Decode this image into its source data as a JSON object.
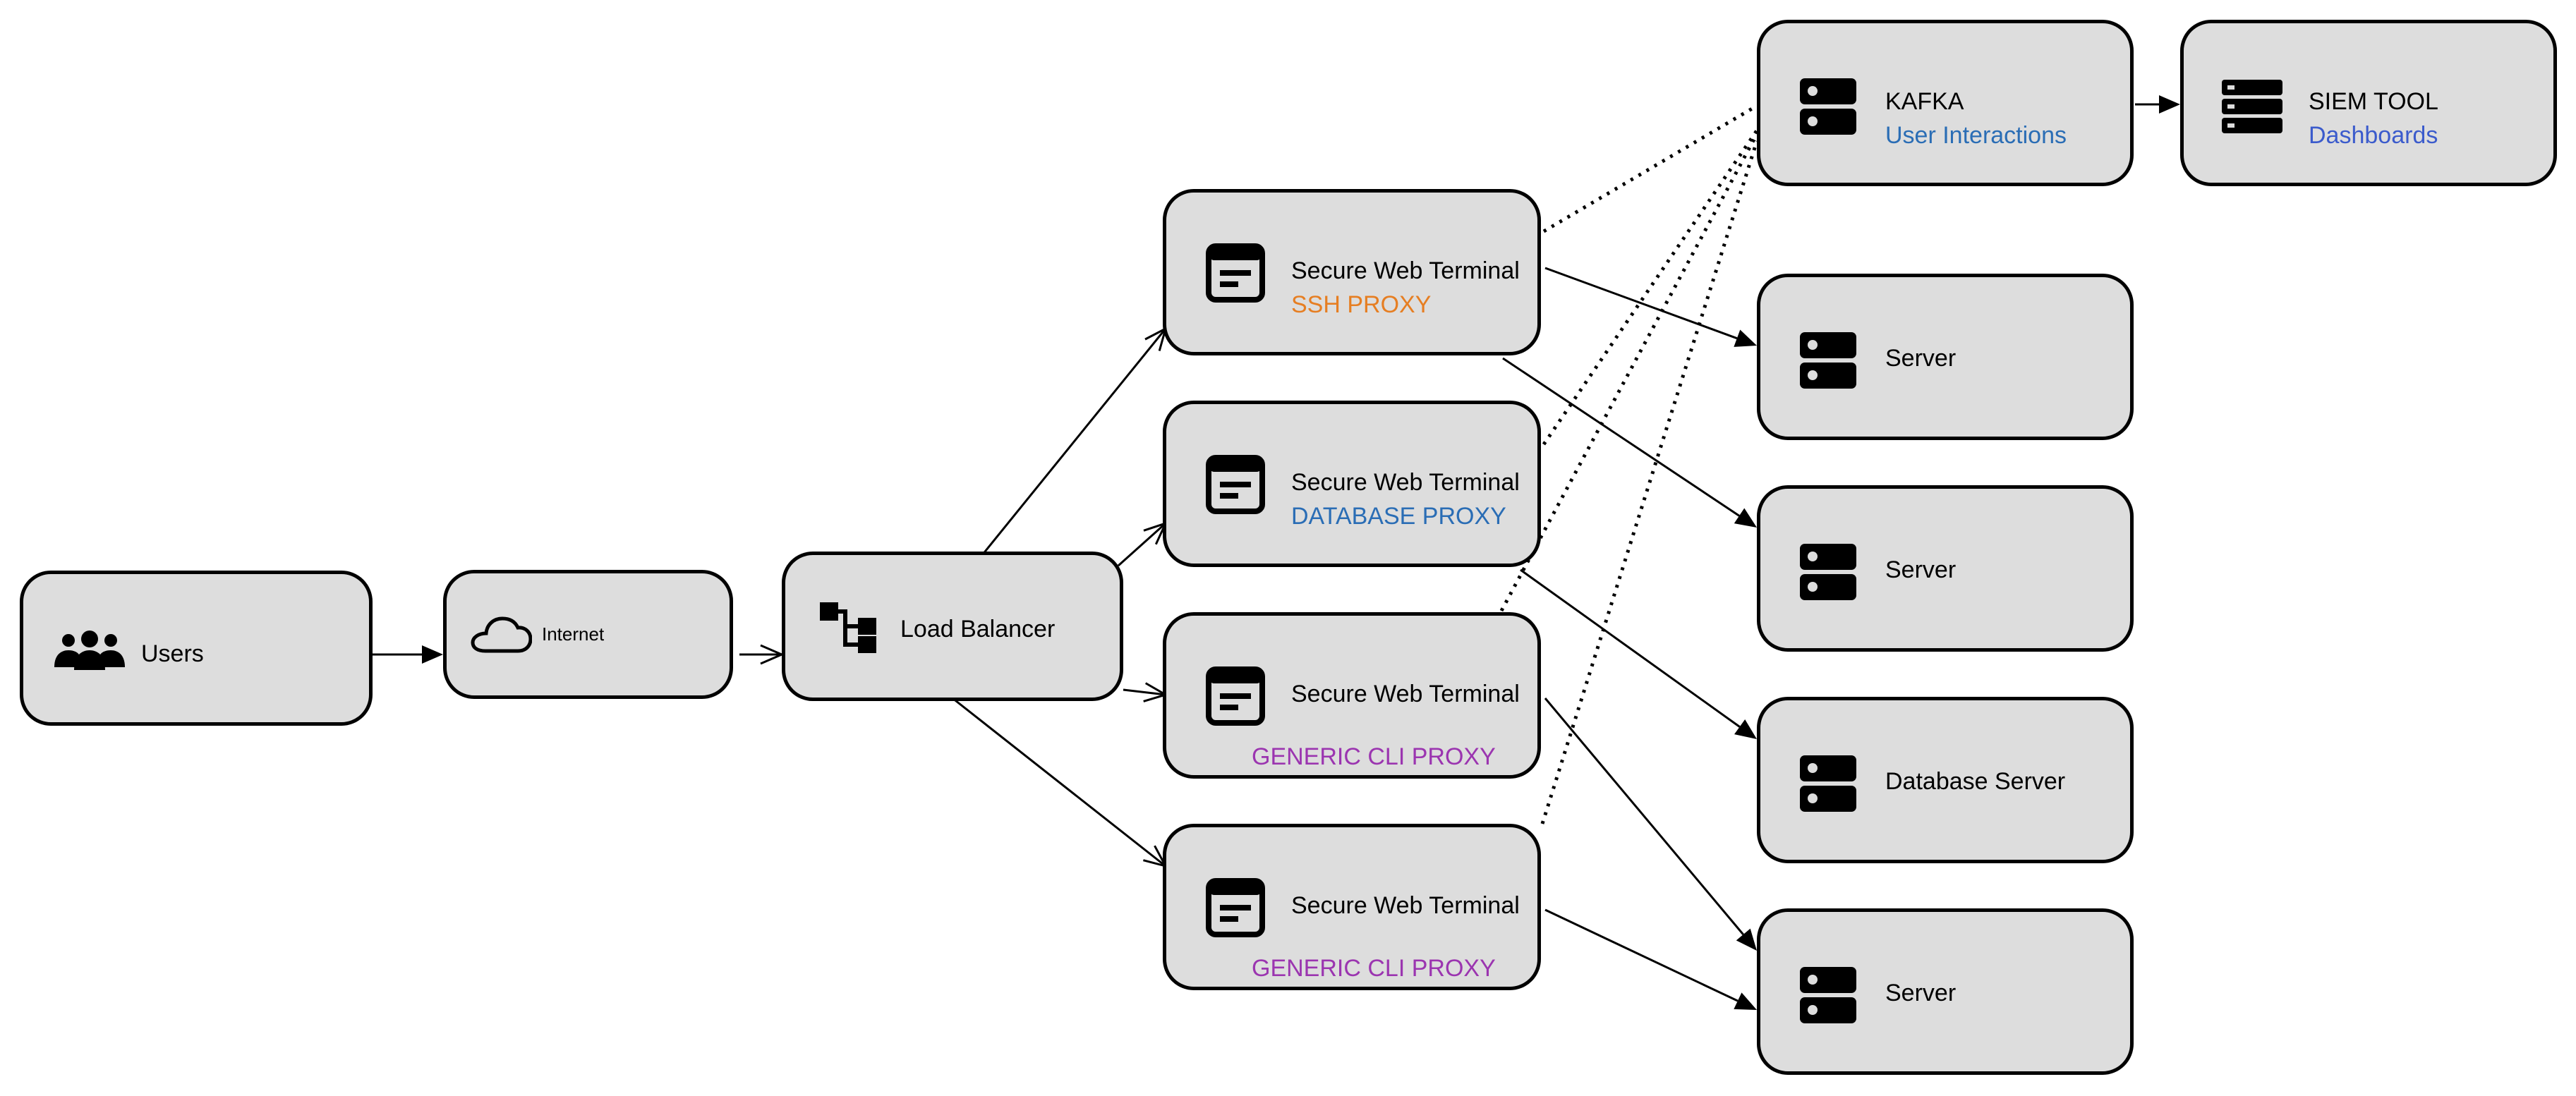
{
  "colors": {
    "node_fill": "#dddddd",
    "stroke": "#000000",
    "ssh": "#e67e22",
    "database": "#2a6db5",
    "generic": "#9b35b0",
    "link_blue": "#3b5bcc"
  },
  "nodes": {
    "users": {
      "title": "Users",
      "icon": "users-icon"
    },
    "internet": {
      "title": "Internet",
      "icon": "cloud-icon"
    },
    "load_balancer": {
      "title": "Load Balancer",
      "icon": "network-tree-icon"
    },
    "swt1": {
      "title": "Secure Web Terminal",
      "subtitle": "SSH PROXY",
      "icon": "terminal-window-icon"
    },
    "swt2": {
      "title": "Secure Web Terminal",
      "subtitle": "DATABASE PROXY",
      "icon": "terminal-window-icon"
    },
    "swt3": {
      "title": "Secure Web Terminal",
      "subtitle": "GENERIC CLI PROXY",
      "icon": "terminal-window-icon"
    },
    "swt4": {
      "title": "Secure Web Terminal",
      "subtitle": "GENERIC CLI PROXY",
      "icon": "terminal-window-icon"
    },
    "kafka": {
      "title": "KAFKA",
      "subtitle": "User Interactions",
      "icon": "server-icon"
    },
    "siem": {
      "title": "SIEM TOOL",
      "subtitle": "Dashboards",
      "icon": "server-rack-icon"
    },
    "server1": {
      "title": "Server",
      "icon": "server-icon"
    },
    "server2": {
      "title": "Server",
      "icon": "server-icon"
    },
    "db_server": {
      "title": "Database Server",
      "icon": "server-icon"
    },
    "server3": {
      "title": "Server",
      "icon": "server-icon"
    }
  },
  "edges": [
    {
      "from": "users",
      "to": "internet",
      "style": "solid",
      "arrow": "filled"
    },
    {
      "from": "internet",
      "to": "load_balancer",
      "style": "solid",
      "arrow": "open"
    },
    {
      "from": "load_balancer",
      "to": "swt1",
      "style": "solid",
      "arrow": "open"
    },
    {
      "from": "load_balancer",
      "to": "swt2",
      "style": "solid",
      "arrow": "open"
    },
    {
      "from": "load_balancer",
      "to": "swt3",
      "style": "solid",
      "arrow": "open"
    },
    {
      "from": "load_balancer",
      "to": "swt4",
      "style": "solid",
      "arrow": "open"
    },
    {
      "from": "swt1",
      "to": "server1",
      "style": "solid",
      "arrow": "filled"
    },
    {
      "from": "swt1",
      "to": "server2",
      "style": "solid",
      "arrow": "filled"
    },
    {
      "from": "swt2",
      "to": "db_server",
      "style": "solid",
      "arrow": "filled"
    },
    {
      "from": "swt3",
      "to": "server3",
      "style": "solid",
      "arrow": "filled"
    },
    {
      "from": "swt4",
      "to": "server3",
      "style": "solid",
      "arrow": "filled"
    },
    {
      "from": "swt1",
      "to": "kafka",
      "style": "dotted",
      "arrow": "none"
    },
    {
      "from": "swt2",
      "to": "kafka",
      "style": "dotted",
      "arrow": "none"
    },
    {
      "from": "swt3",
      "to": "kafka",
      "style": "dotted",
      "arrow": "none"
    },
    {
      "from": "swt4",
      "to": "kafka",
      "style": "dotted",
      "arrow": "none"
    },
    {
      "from": "kafka",
      "to": "siem",
      "style": "solid",
      "arrow": "filled"
    }
  ]
}
